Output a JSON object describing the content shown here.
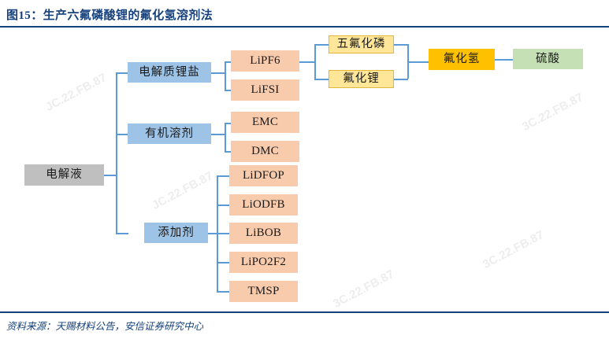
{
  "header": {
    "title": "图15：生产六氟磷酸锂的氟化氢溶剂法",
    "source": "资料来源：天赐材料公告，安信证券研究中心"
  },
  "colors": {
    "title_blue": "#16417C",
    "rule_blue": "#16417C",
    "connector_blue": "#5B9BD5",
    "root_gray": "#BFBFBF",
    "category_blue": "#9DC3E6",
    "item_peach": "#F8CBAD",
    "intermediate_yellow": "#FFE699",
    "product_orange": "#FFC000",
    "product_green": "#C5E0B4"
  },
  "diagram": {
    "root": {
      "label": "电解液"
    },
    "categories": [
      {
        "label": "电解质锂盐"
      },
      {
        "label": "有机溶剂"
      },
      {
        "label": "添加剂"
      }
    ],
    "salts": [
      {
        "label": "LiPF6"
      },
      {
        "label": "LiFSI"
      }
    ],
    "solvents": [
      {
        "label": "EMC"
      },
      {
        "label": "DMC"
      }
    ],
    "additives": [
      {
        "label": "LiDFOP"
      },
      {
        "label": "LiODFB"
      },
      {
        "label": "LiBOB"
      },
      {
        "label": "LiPO2F2"
      },
      {
        "label": "TMSP"
      }
    ],
    "intermediates": [
      {
        "label": "五氟化磷"
      },
      {
        "label": "氟化锂"
      }
    ],
    "reagent": {
      "label": "氟化氢"
    },
    "precursor": {
      "label": "硫酸"
    }
  },
  "watermarks": [
    {
      "text": "JC.22.FB.87"
    },
    {
      "text": "3C.22.FB.87"
    },
    {
      "text": "3C.22.FB.87"
    },
    {
      "text": "3C.22.FB.87"
    },
    {
      "text": "JC.22.FB.87"
    }
  ]
}
